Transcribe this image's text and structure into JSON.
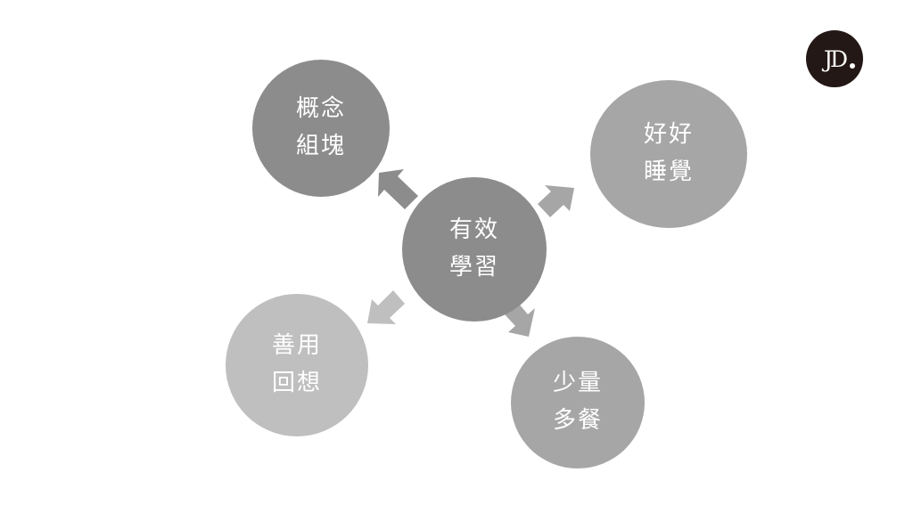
{
  "diagram": {
    "colors": {
      "center": "#8c8c8c",
      "chunk": "#8c8c8c",
      "sleep": "#a6a6a6",
      "recall": "#bfbfbf",
      "meals": "#a6a6a6",
      "arrow_dark": "#8c8c8c",
      "arrow_mid": "#a6a6a6",
      "arrow_light": "#bfbfbf",
      "logo": "#231815"
    },
    "center": {
      "label": "有效\n學習"
    },
    "nodes": [
      {
        "id": "chunk",
        "label": "概念\n組塊"
      },
      {
        "id": "sleep",
        "label": "好好\n睡覺"
      },
      {
        "id": "recall",
        "label": "善用\n回想"
      },
      {
        "id": "meals",
        "label": "少量\n多餐"
      }
    ]
  },
  "logo": {
    "text": "JD",
    "icon": "jd-brand-logo"
  }
}
